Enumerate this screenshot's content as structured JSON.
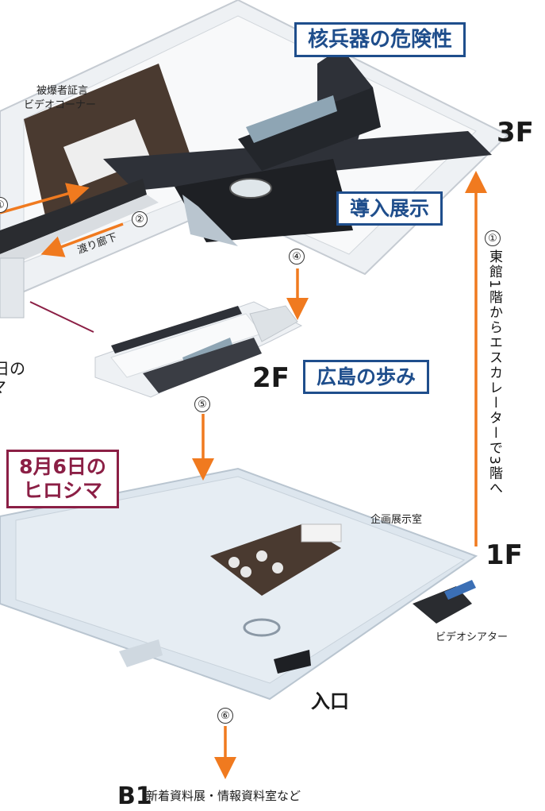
{
  "floors": {
    "f3": "3F",
    "f2": "2F",
    "f1": "1F",
    "b1": "B1"
  },
  "exhibits": {
    "danger": "核兵器の危険性",
    "intro": "導入展示",
    "steps": "広島の歩み",
    "aug6_line1": "8月6日の",
    "aug6_line2": "ヒロシマ",
    "cut_line1": "日の",
    "cut_line2": "マ"
  },
  "rooms": {
    "testimony_line1": "被爆者証言",
    "testimony_line2": "ビデオコーナー",
    "special_exhibit": "企画展示室",
    "video_theater": "ビデオシアター",
    "entrance": "入口",
    "b1_rooms": "新着資料展・情報資料室など",
    "corridor": "渡り廊下"
  },
  "route": {
    "n1": "①",
    "n2": "②",
    "n4": "④",
    "n5": "⑤",
    "n6": "⑥",
    "escalator": "東館1階からエスカレーターで3階へ"
  },
  "colors": {
    "accent_blue": "#1f4e8c",
    "accent_red": "#8b1f45",
    "arrow_orange": "#f07a1f"
  }
}
